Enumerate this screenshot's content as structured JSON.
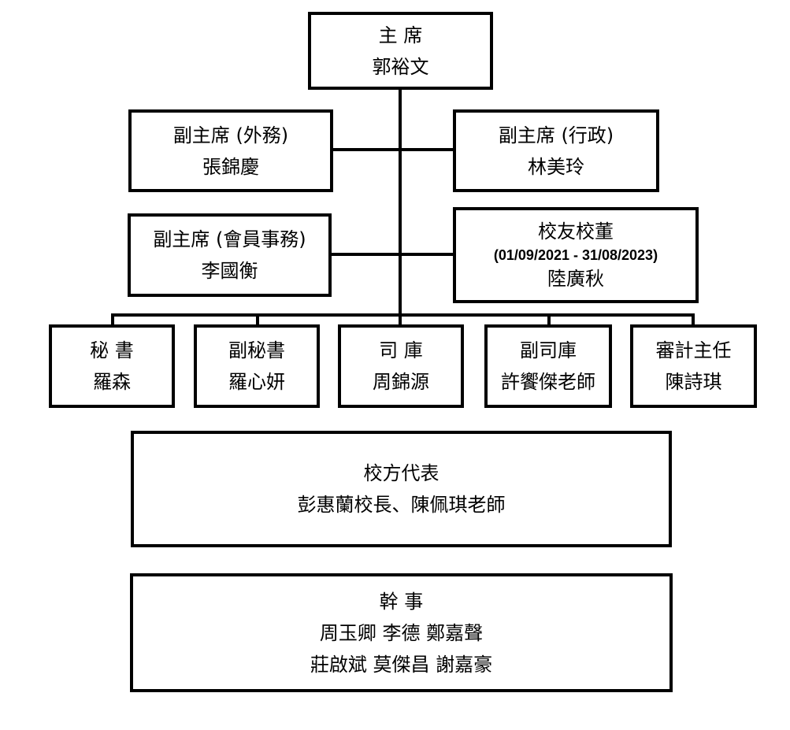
{
  "chart_title": "",
  "chairman": {
    "role": "主 席",
    "name": "郭裕文"
  },
  "vice_chairs": [
    {
      "role": "副主席 (外務)",
      "name": "張錦慶"
    },
    {
      "role": "副主席 (行政)",
      "name": "林美玲"
    },
    {
      "role": "副主席 (會員事務)",
      "name": "李國衡"
    }
  ],
  "alumni_manager": {
    "role": "校友校董",
    "term": "(01/09/2021 - 31/08/2023)",
    "name": "陸廣秋"
  },
  "officers": [
    {
      "role": "秘 書",
      "name": "羅森"
    },
    {
      "role": "副秘書",
      "name": "羅心妍"
    },
    {
      "role": "司 庫",
      "name": "周錦源"
    },
    {
      "role": "副司庫",
      "name": "許饗傑老師"
    },
    {
      "role": "審計主任",
      "name": "陳詩琪"
    }
  ],
  "school_reps": {
    "role": "校方代表",
    "names": "彭惠蘭校長、陳佩琪老師"
  },
  "committee": {
    "role": "幹 事",
    "names_line1": "周玉卿  李德  鄭嘉聲",
    "names_line2": "莊啟斌  莫傑昌  謝嘉豪"
  }
}
